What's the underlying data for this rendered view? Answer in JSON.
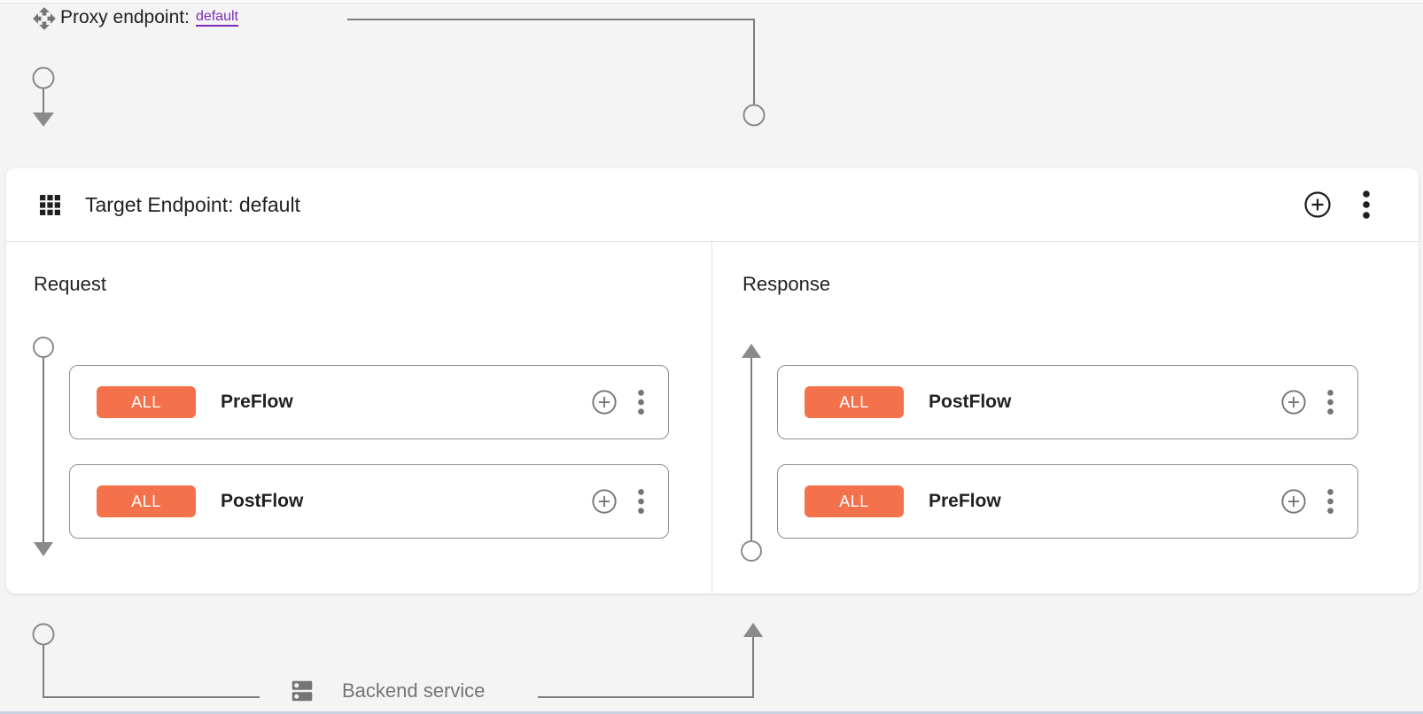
{
  "colors": {
    "badge_orange": "#f4724b",
    "link_purple": "#7c2bb8",
    "connector_gray": "#7d7d7d",
    "node_gray": "#8a8a8a",
    "icon_gray": "#757575"
  },
  "proxy_endpoint": {
    "label": "Proxy endpoint:",
    "link": "default"
  },
  "target_endpoint": {
    "title": "Target Endpoint: default",
    "request": {
      "title": "Request",
      "flows": [
        {
          "badge": "ALL",
          "name": "PreFlow"
        },
        {
          "badge": "ALL",
          "name": "PostFlow"
        }
      ]
    },
    "response": {
      "title": "Response",
      "flows": [
        {
          "badge": "ALL",
          "name": "PostFlow"
        },
        {
          "badge": "ALL",
          "name": "PreFlow"
        }
      ]
    }
  },
  "backend": {
    "label": "Backend service"
  },
  "icons": {
    "proxy": "move-diamond-icon",
    "target": "grid-icon",
    "add": "plus-circle-icon",
    "menu": "kebab-menu-icon",
    "backend": "dns-server-icon"
  }
}
